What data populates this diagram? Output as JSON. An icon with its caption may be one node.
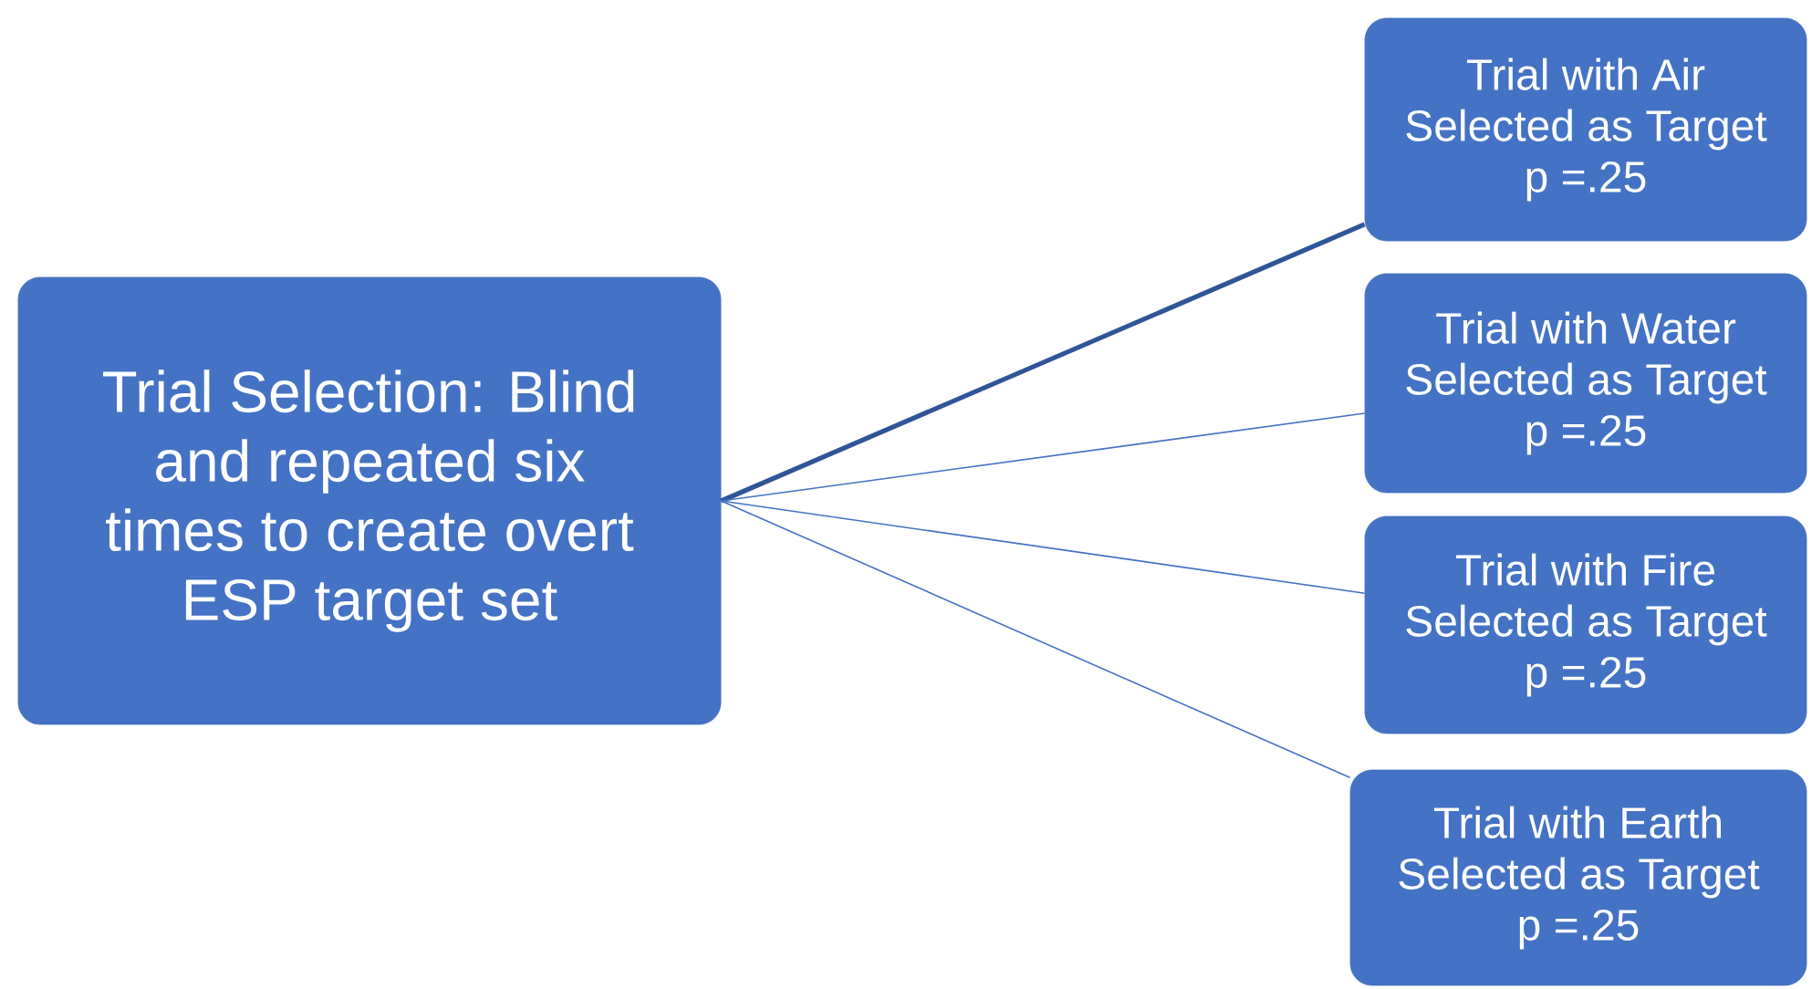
{
  "diagram": {
    "nodes": [
      {
        "text": [
          "Trial Selection: Blind and repeated six times to create overt ESP target set"
        ]
      },
      {
        "text": [
          "Trial with Air Selected as Target p =.25"
        ]
      },
      {
        "text": [
          "Trial with Water Selected as Target p =.25"
        ]
      },
      {
        "text": [
          "Trial with Fire Selected as Target p =.25"
        ]
      },
      {
        "text": [
          "Trial with Earth Selected as Target p =.25"
        ]
      }
    ],
    "edges": [
      {
        "from": 0,
        "to": 1,
        "arrow": "none",
        "style": "thick",
        "color": "#2f5597"
      },
      {
        "from": 0,
        "to": 2,
        "arrow": "none"
      },
      {
        "from": 0,
        "to": 3,
        "arrow": "none"
      },
      {
        "from": 0,
        "to": 4,
        "arrow": "none"
      }
    ]
  }
}
